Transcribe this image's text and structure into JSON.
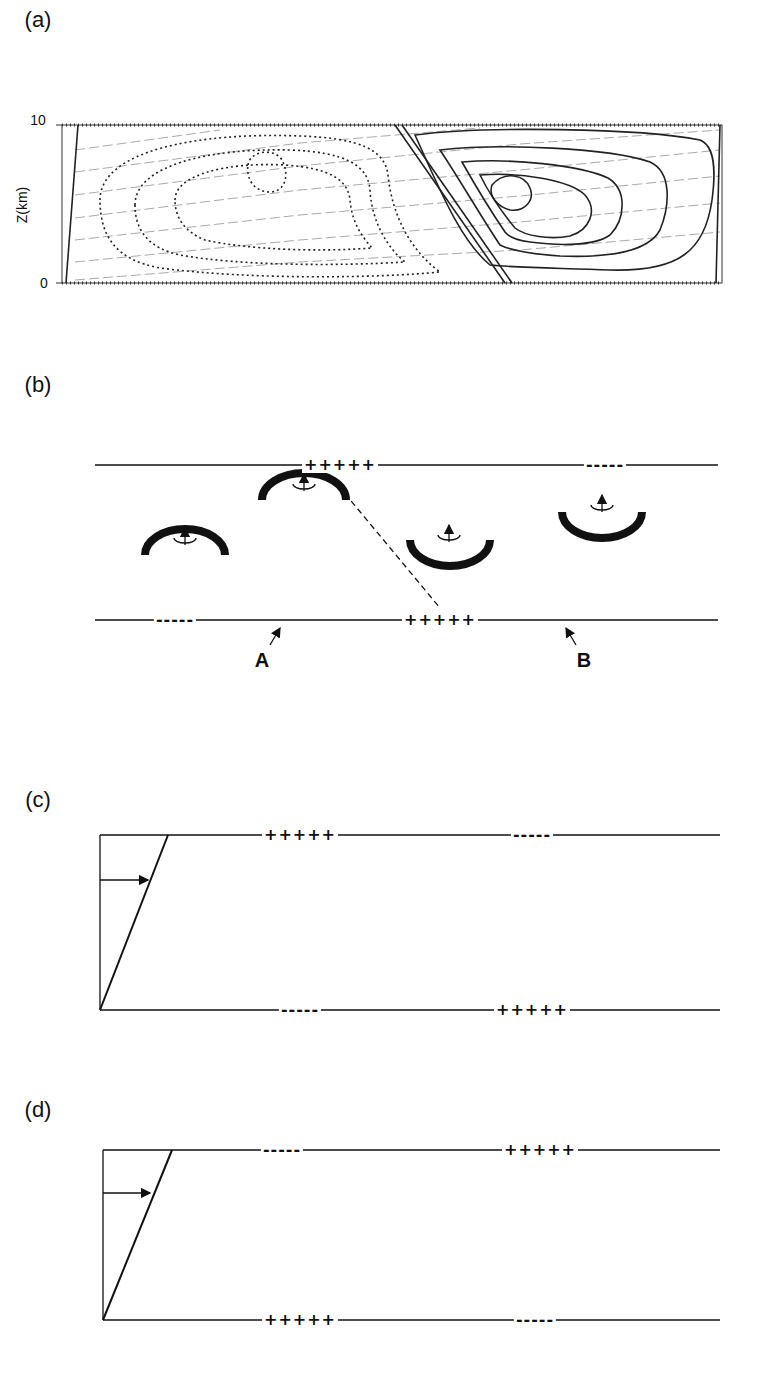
{
  "diagram": {
    "labels": [
      "(a)",
      "10",
      "Z(km)",
      "0",
      "(b)",
      "+++++",
      "-----",
      "-----",
      "+++++",
      "A",
      "B",
      "(c)",
      "+++++",
      "-----",
      "-----",
      "+++++",
      "(d)",
      "-----",
      "+++++",
      "+++++",
      "-----"
    ]
  }
}
